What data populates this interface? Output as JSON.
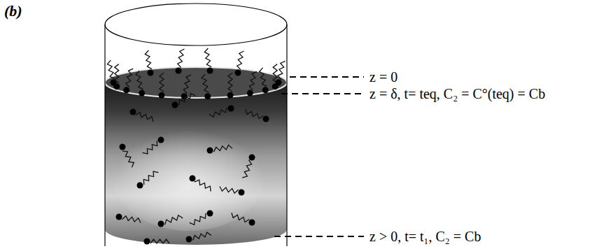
{
  "diagram": {
    "labels": [
      "(b)",
      "z = 0",
      "z = δ, t= teq, C₂ = C°(teq) = Cb",
      "z > 0, t= t₁, C₂ = Cb"
    ]
  }
}
